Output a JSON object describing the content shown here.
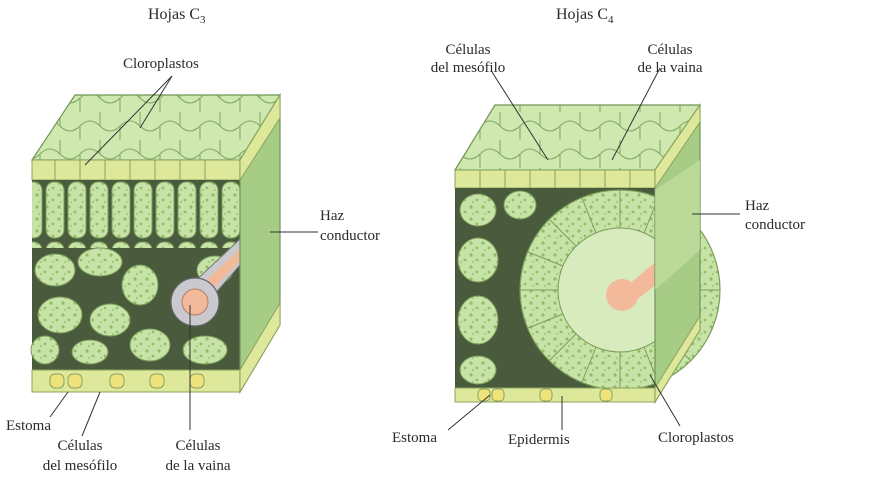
{
  "diagram": {
    "left": {
      "title": "Hojas C",
      "title_sub": "3",
      "labels": {
        "chloroplasts": "Cloroplastos",
        "vascular_line1": "Haz",
        "vascular_line2": "conductor",
        "stoma": "Estoma",
        "mesophyll_line1": "Células",
        "mesophyll_line2": "del mesófilo",
        "sheath_line1": "Células",
        "sheath_line2": "de la vaina"
      }
    },
    "right": {
      "title": "Hojas C",
      "title_sub": "4",
      "labels": {
        "mesophyll_line1": "Células",
        "mesophyll_line2": "del mesófilo",
        "sheath_line1": "Células",
        "sheath_line2": "de la vaina",
        "vascular_line1": "Haz",
        "vascular_line2": "conductor",
        "stoma": "Estoma",
        "epidermis": "Epidermis",
        "chloroplasts": "Cloroplastos"
      }
    },
    "colors": {
      "cell_green": "#c8e3a8",
      "cell_green_dark": "#9fc77e",
      "epidermis_yellow": "#e8e07a",
      "air_space": "#4a5a3c",
      "vascular_pink": "#f2b99a",
      "sheath_gray": "#c9c9cf"
    }
  }
}
